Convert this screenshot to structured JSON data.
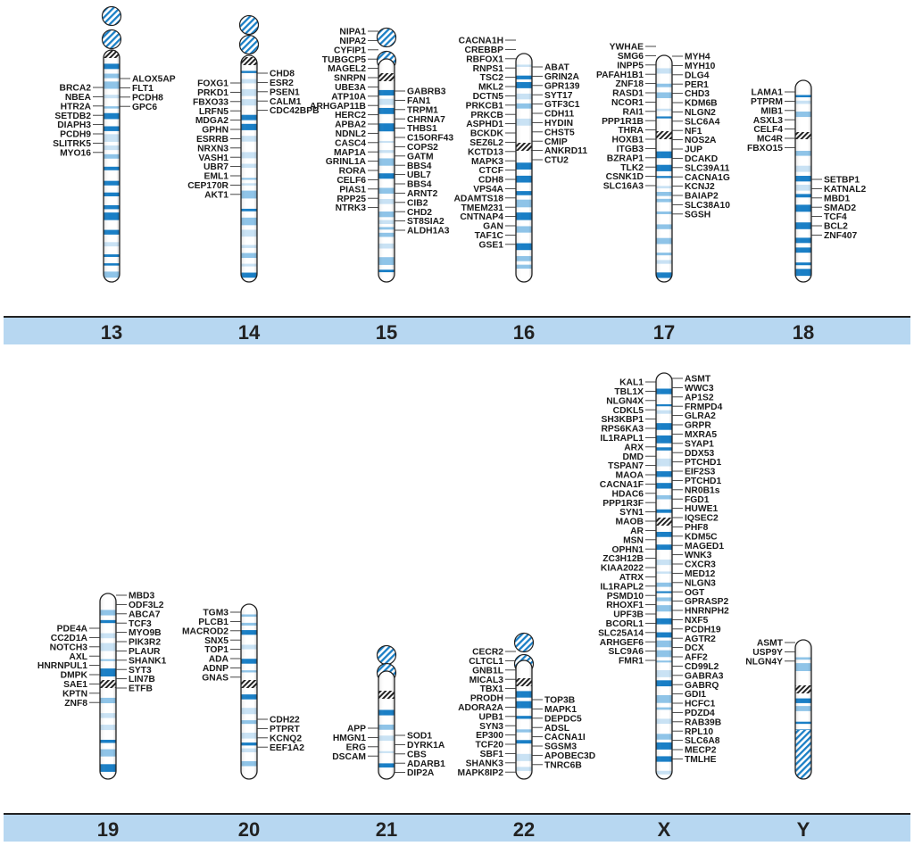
{
  "colors": {
    "band_dark": "#1a7fc6",
    "band_light": "#8fc4e8",
    "band_pale": "#c9e2f4",
    "label_strip": "#b7d7f1",
    "outline": "#222222"
  },
  "chromosomes": [
    {
      "id": "13",
      "name": "13",
      "left": [
        "BRCA2",
        "NBEA",
        "HTR2A",
        "SETDB2",
        "DIAPH3",
        "PCDH9",
        "SLITRK5",
        "MYO16"
      ],
      "right": [
        "ALOX5AP",
        "FLT1",
        "PCDH8",
        "GPC6"
      ]
    },
    {
      "id": "14",
      "name": "14",
      "left": [
        "FOXG1",
        "PRKD1",
        "FBXO33",
        "LRFN5",
        "MDGA2",
        "GPHN",
        "ESRRB",
        "NRXN3",
        "VASH1",
        "UBR7",
        "EML1",
        "CEP170R",
        "AKT1"
      ],
      "right": [
        "CHD8",
        "ESR2",
        "PSEN1",
        "CALM1",
        "CDC42BPB"
      ]
    },
    {
      "id": "15",
      "name": "15",
      "left": [
        "NIPA1",
        "NIPA2",
        "CYFIP1",
        "TUBGCP5",
        "MAGEL2",
        "SNRPN",
        "UBE3A",
        "ATP10A",
        "ARHGAP11B",
        "HERC2",
        "APBA2",
        "NDNL2",
        "CASC4",
        "MAP1A",
        "GRINL1A",
        "RORA",
        "CELF6",
        "PIAS1",
        "RPP25",
        "NTRK3"
      ],
      "right": [
        "GABRB3",
        "FAN1",
        "TRPM1",
        "CHRNA7",
        "THBS1",
        "C15ORF43",
        "COPS2",
        "GATM",
        "BBS4",
        "UBL7",
        "BBS4",
        "ARNT2",
        "CIB2",
        "CHD2",
        "ST8SIA2",
        "ALDH1A3"
      ]
    },
    {
      "id": "16",
      "name": "16",
      "left": [
        "CACNA1H",
        "CREBBP",
        "RBFOX1",
        "RNPS1",
        "TSC2",
        "MKL2",
        "DCTN5",
        "PRKCB1",
        "PRKCB",
        "ASPHD1",
        "BCKDK",
        "SEZ6L2",
        "KCTD13",
        "MAPK3",
        "CTCF",
        "CDH8",
        "VPS4A",
        "ADAMTS18",
        "TMEM231",
        "CNTNAP4",
        "GAN",
        "TAF1C",
        "GSE1"
      ],
      "right": [
        "ABAT",
        "GRIN2A",
        "GPR139",
        "SYT17",
        "GTF3C1",
        "CDH11",
        "HYDIN",
        "CHST5",
        "CMIP",
        "ANKRD11",
        "CTU2"
      ]
    },
    {
      "id": "17",
      "name": "17",
      "left": [
        "YWHAE",
        "SMG6",
        "INPP5",
        "PAFAH1B1",
        "ZNF18",
        "RASD1",
        "NCOR1",
        "RAI1",
        "PPP1R1B",
        "THRA",
        "HOXB1",
        "ITGB3",
        "BZRAP1",
        "TLK2",
        "CSNK1D",
        "SLC16A3"
      ],
      "right": [
        "MYH4",
        "MYH10",
        "DLG4",
        "PER1",
        "CHD3",
        "KDM6B",
        "NLGN2",
        "SLC6A4",
        "NF1",
        "NOS2A",
        "JUP",
        "DCAKD",
        "SLC39A11",
        "CACNA1G",
        "KCNJ2",
        "BAIAP2",
        "SLC38A10",
        "SGSH"
      ]
    },
    {
      "id": "18",
      "name": "18",
      "left": [
        "LAMA1",
        "PTPRM",
        "MIB1",
        "ASXL3",
        "CELF4",
        "MC4R",
        "FBXO15"
      ],
      "right": [
        "SETBP1",
        "KATNAL2",
        "MBD1",
        "SMAD2",
        "TCF4",
        "BCL2",
        "ZNF407"
      ]
    },
    {
      "id": "19",
      "name": "19",
      "left": [
        "PDE4A",
        "CC2D1A",
        "NOTCH3",
        "AXL",
        "HNRNPUL1",
        "DMPK",
        "SAE1",
        "KPTN",
        "ZNF8"
      ],
      "right": [
        "MBD3",
        "ODF3L2",
        "ABCA7",
        "TCF3",
        "MYO9B",
        "PIK3R2",
        "PLAUR",
        "SHANK1",
        "SYT3",
        "LIN7B",
        "ETFB"
      ]
    },
    {
      "id": "20",
      "name": "20",
      "left": [
        "TGM3",
        "PLCB1",
        "MACROD2",
        "SNX5",
        "TOP1",
        "ADA",
        "ADNP",
        "GNAS"
      ],
      "right": [
        "CDH22",
        "PTPRT",
        "KCNQ2",
        "EEF1A2"
      ]
    },
    {
      "id": "21",
      "name": "21",
      "left": [
        "APP",
        "HMGN1",
        "ERG",
        "DSCAM"
      ],
      "right": [
        "SOD1",
        "DYRK1A",
        "CBS",
        "ADARB1",
        "DIP2A"
      ]
    },
    {
      "id": "22",
      "name": "22",
      "left": [
        "CECR2",
        "CLTCL1",
        "GNB1L",
        "MICAL3",
        "TBX1",
        "PRODH",
        "ADORA2A",
        "UPB1",
        "SYN3",
        "EP300",
        "TCF20",
        "SBF1",
        "SHANK3",
        "MAPK8IP2"
      ],
      "right": [
        "TOP3B",
        "MAPK1",
        "DEPDC5",
        "ADSL",
        "CACNA1I",
        "SGSM3",
        "APOBEC3D",
        "TNRC6B"
      ]
    },
    {
      "id": "X",
      "name": "X",
      "left": [
        "KAL1",
        "TBL1X",
        "NLGN4X",
        "CDKL5",
        "SH3KBP1",
        "RPS6KA3",
        "IL1RAPL1",
        "ARX",
        "DMD",
        "TSPAN7",
        "MAOA",
        "CACNA1F",
        "HDAC6",
        "PPP1R3F",
        "SYN1",
        "MAOB",
        "AR",
        "MSN",
        "OPHN1",
        "ZC3H12B",
        "KIAA2022",
        "ATRX",
        "IL1RAPL2",
        "PSMD10",
        "RHOXF1",
        "UPF3B",
        "BCORL1",
        "SLC25A14",
        "ARHGEF6",
        "SLC9A6",
        "FMR1"
      ],
      "right": [
        "ASMT",
        "WWC3",
        "AP1S2",
        "FRMPD4",
        "GLRA2",
        "GRPR",
        "MXRA5",
        "SYAP1",
        "DDX53",
        "PTCHD1",
        "EIF2S3",
        "PTCHD1",
        "NR0B1s",
        "FGD1",
        "HUWE1",
        "IQSEC2",
        "PHF8",
        "KDM5C",
        "MAGED1",
        "WNK3",
        "CXCR3",
        "MED12",
        "NLGN3",
        "OGT",
        "GPRASP2",
        "HNRNPH2",
        "NXF5",
        "PCDH19",
        "AGTR2",
        "DCX",
        "AFF2",
        "CD99L2",
        "GABRA3",
        "GABRQ",
        "GDI1",
        "HCFC1",
        "PDZD4",
        "RAB39B",
        "RPL10",
        "SLC6A8",
        "MECP2",
        "TMLHE"
      ]
    },
    {
      "id": "Y",
      "name": "Y",
      "left": [
        "ASMT",
        "USP9Y",
        "NLGN4Y"
      ],
      "right": []
    }
  ]
}
